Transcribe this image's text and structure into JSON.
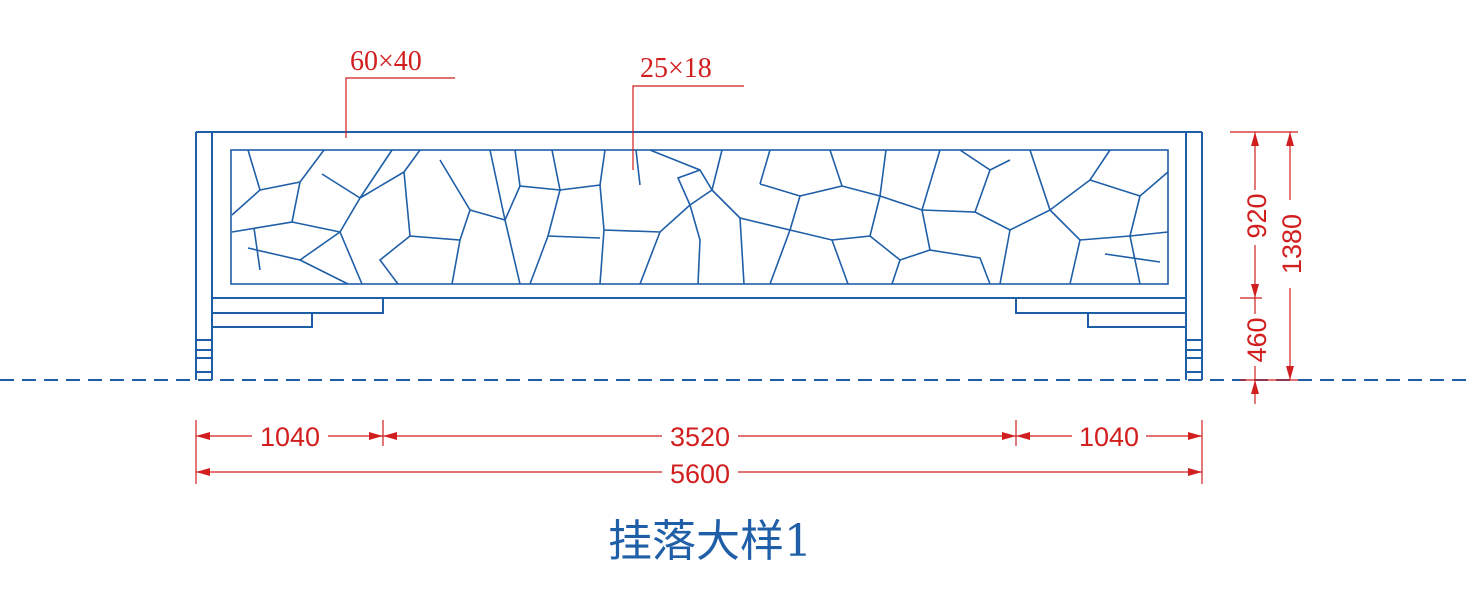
{
  "drawing": {
    "title": "挂落大样1",
    "annotations": {
      "frame_section": "60×40",
      "lattice_section": "25×18"
    },
    "dimensions": {
      "left_bay": "1040",
      "middle_bay": "3520",
      "right_bay": "1040",
      "overall_width": "5600",
      "lattice_height": "920",
      "lower_height": "460",
      "overall_height": "1380"
    },
    "colors": {
      "linework": "#1f5fa8",
      "dimensions": "#d11f1f"
    }
  }
}
